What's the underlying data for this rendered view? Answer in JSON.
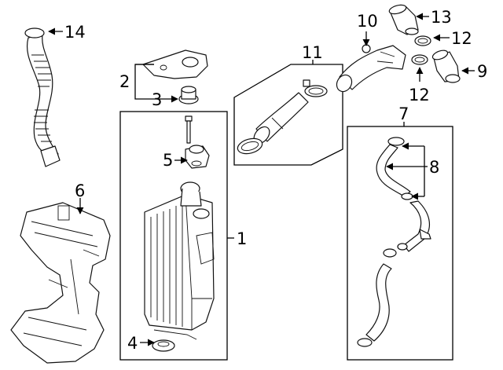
{
  "diagram": {
    "callouts": [
      {
        "id": "1",
        "label": "1"
      },
      {
        "id": "2",
        "label": "2"
      },
      {
        "id": "3",
        "label": "3"
      },
      {
        "id": "4",
        "label": "4"
      },
      {
        "id": "5",
        "label": "5"
      },
      {
        "id": "6",
        "label": "6"
      },
      {
        "id": "7",
        "label": "7"
      },
      {
        "id": "8",
        "label": "8"
      },
      {
        "id": "9",
        "label": "9"
      },
      {
        "id": "10",
        "label": "10"
      },
      {
        "id": "11",
        "label": "11"
      },
      {
        "id": "12a",
        "label": "12"
      },
      {
        "id": "12b",
        "label": "12"
      },
      {
        "id": "13",
        "label": "13"
      },
      {
        "id": "14",
        "label": "14"
      }
    ]
  }
}
